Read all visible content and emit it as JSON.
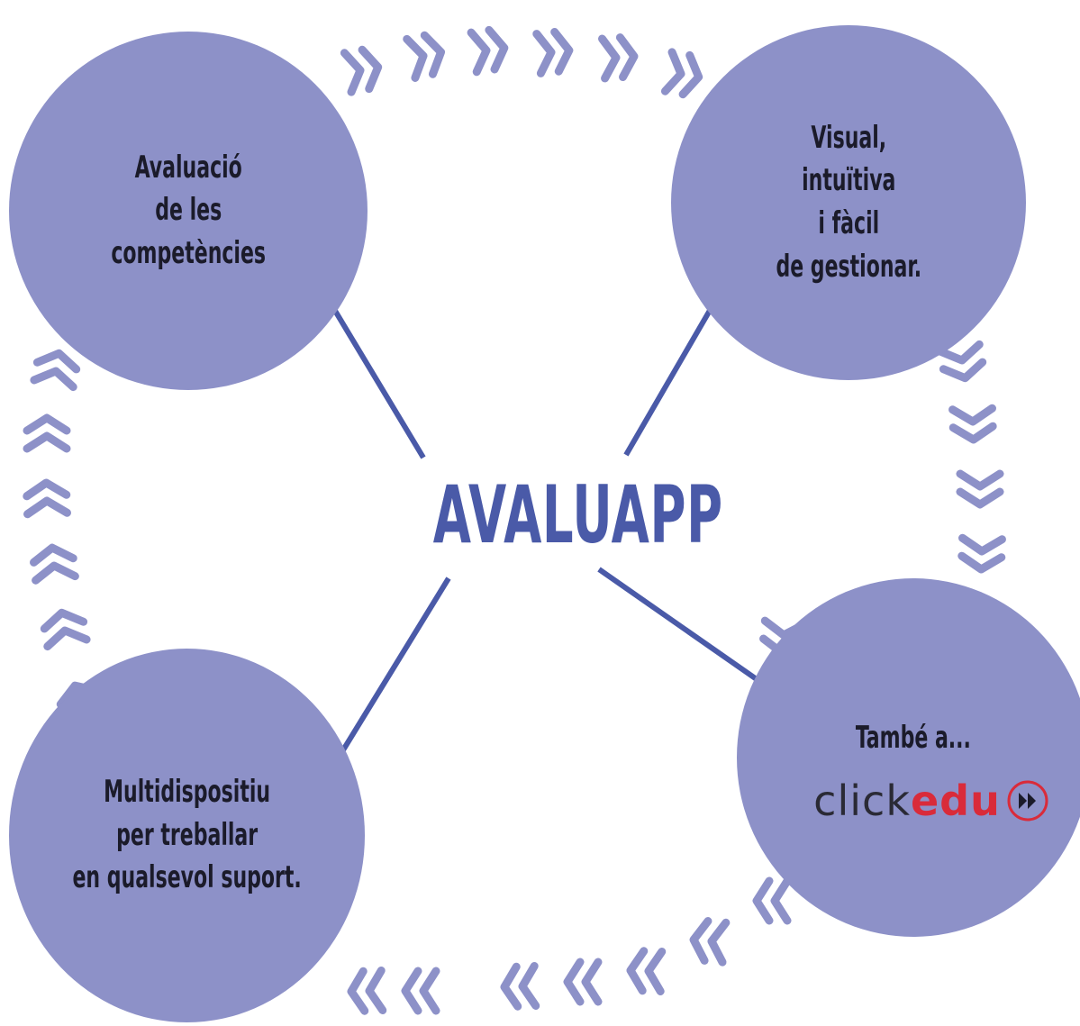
{
  "title": "AVALUAPP",
  "nodes": {
    "top_left": [
      "Avaluació",
      "de les",
      "competències"
    ],
    "top_right": [
      "Visual,",
      "intuïtiva",
      "i fàcil",
      "de gestionar."
    ],
    "bottom_left": [
      "Multidispositiu",
      "per treballar",
      "en qualsevol suport."
    ],
    "bottom_right": {
      "text": "També a...",
      "logo_part1": "click",
      "logo_part2": "edu"
    }
  },
  "colors": {
    "bubble": "#8d91c8",
    "arrow": "#4a5aa8",
    "title": "#4a5aa8",
    "logo_accent": "#d92b3a"
  },
  "icons": {
    "chevron": "double-chevron-icon",
    "logo_play": "fast-forward-icon"
  }
}
